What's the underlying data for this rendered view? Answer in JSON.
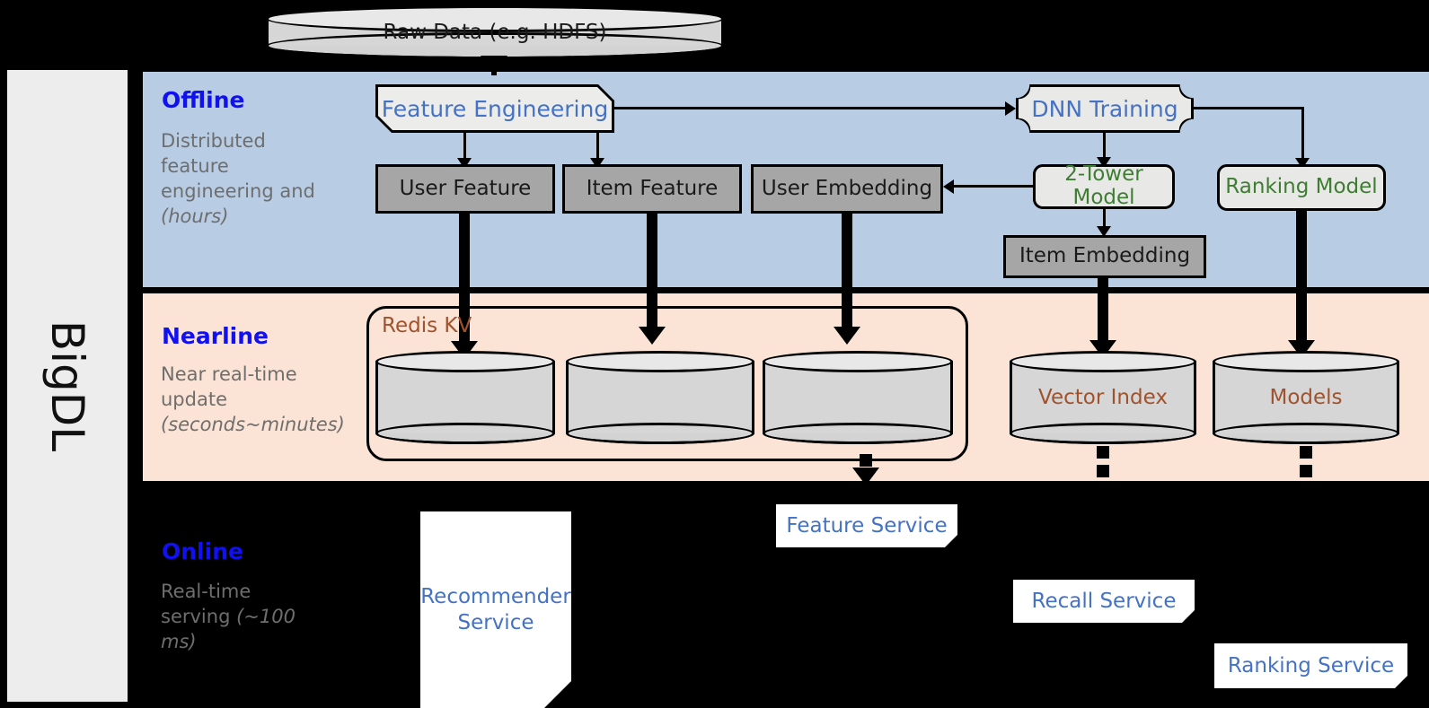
{
  "framework": {
    "name": "BigDL"
  },
  "source": {
    "label": "Raw Data (e.g. HDFS)"
  },
  "bands": [
    {
      "id": "offline",
      "title": "Offline",
      "subtitle": "Distributed feature engineering and ",
      "subtitle_italic": "(hours)",
      "bg": "#b8cce4"
    },
    {
      "id": "nearline",
      "title": "Nearline",
      "subtitle": "Near real-time update ",
      "subtitle_italic": "(seconds~minutes)",
      "bg": "#fbe4d5"
    },
    {
      "id": "online",
      "title": "Online",
      "subtitle": "Real-time serving ",
      "subtitle_italic": "(~100 ms)",
      "bg": "#000000"
    }
  ],
  "offline": {
    "feature_engineering": "Feature Engineering",
    "dnn_training": "DNN Training",
    "user_feature": "User Feature",
    "item_feature": "Item Feature",
    "user_embedding": "User Embedding",
    "two_tower_model": "2-Tower Model",
    "ranking_model": "Ranking Model",
    "item_embedding": "Item Embedding"
  },
  "nearline": {
    "redis_label": "Redis KV",
    "stores": [
      "",
      "",
      ""
    ],
    "vector_index": "Vector Index",
    "models": "Models"
  },
  "online": {
    "recommender_service": "Recommender Service",
    "feature_service": "Feature Service",
    "recall_service": "Recall Service",
    "ranking_service": "Ranking Service"
  },
  "colors": {
    "offline_bg": "#b8cce4",
    "nearline_bg": "#fbe4d5",
    "online_bg": "#000000",
    "band_title": "#1010f0",
    "band_sub": "#6e6e6e",
    "blue_text": "#4472c4",
    "green_text": "#3f7d33",
    "brown_text": "#a0522d",
    "gray_box": "#a6a6a6",
    "rail_bg": "#ededed"
  }
}
